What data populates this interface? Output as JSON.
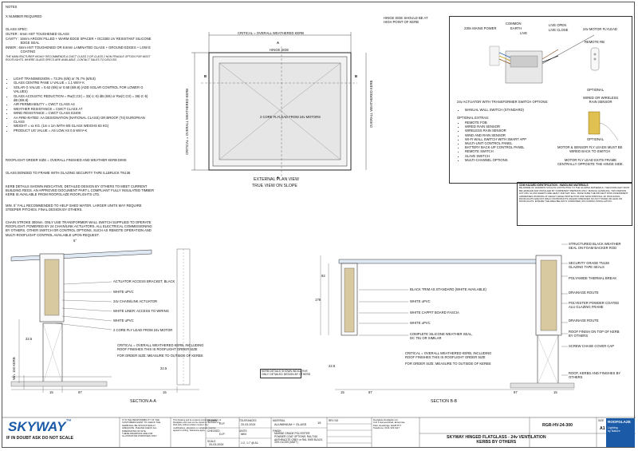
{
  "header": {
    "notes": "NOTES",
    "x_number": "X NUMBER REQUIRED",
    "hinge_note": "HINGE SIDE SHOULD BE AT\nHIGH POINT OF KERB"
  },
  "glass_spec": {
    "title": "GLASS SPEC:",
    "outer": "OUTER : 6mm HST TOUGHENED GLASS",
    "cavity": "CAVITY : 16mm ARGON FILLED + WARM EDGE SPACER + DC3393 UV RESISTANT SILICONE\n                EDGE SEAL",
    "inner": "INNER : 6mm HST TOUGHENED OR 8.8mm LAMINATED GLASS + GROUND EDGES + LOW E\n                COATING",
    "manufacturer_note": "THE MANUFACTURER HIGHLY RECOMMENDS A CWCT CLASS 3 OR CLASS 2 NON FRAGILE OPTION FOR MOST\nROOFLIGHTS. WHERE GLASS SPECS ARE AVAILABLE, CONTACT SALES TO DISCUSS",
    "items": [
      "LIGHT TRANSMISSION = 73.3% (6/6) or 76.7% (6/8.8)",
      "GLASS CENTRE PANE U VALUE = 1.1 W/m² K",
      "SOLAR G VALUE = 0.62 (6/6) or 0.58 (6/8.8) (ADD SOLAR CONTROL FOR LOWER G\nVALUES)",
      "GLASS ACOUSTIC REDUCTION = Rw(C;Ctr) = 33(-1;-5) dB (6/6) or Rw(C;Ctr) = 38(-2;-5)\ndB (6/8.8)",
      "AIR PERMEABILITY = CWCT CLASS A4",
      "WEATHER RESISTANCE = CWCT CLASS A7",
      "WIND RESISTANCE = CWCT CLASS E2400",
      "AA FIRE-RATED: AA DESIGNATION (NATIONAL CLASS) OR BROOF (T4) EUROPEAN\nCLASS",
      "WEIGHT = xx KG. (1m x 1m WITH 6/6 GLASS WEIGHS 83 KG)",
      "PRODUCT UG VALUE = AS LOW AS 0.5 W/m²-K"
    ],
    "rooflight_order": "ROOFLIGHT ORDER SIZE = OVERALL FINISHED AND WEATHER KERB DIMS",
    "glass_bonded": "GLASS BONDED TO FRAME WITH GLAZING SECURITY TAPE ILLBRUCK TN136",
    "kerb_details": "KERB DETAILS SHOWN INDICATIVE, DETAILED DESIGN BY OTHERS TO MEET CURRENT\nBUILDING REGS. AN APPROVED DOCUMENT PART L COMPLIANT FULLY INSULATED TIMBER\nKERB IS AVAILABLE FROM ROOFGLAZE ROOFLIGHTS LTD.",
    "min_fall": "MIN. 5° FALL RECOMMENDED TO HELP SHED WATER. LARGER UNITS MAY REQUIRE\nSTEEPER PITCHES. FINAL DESIGN BY OTHERS.",
    "chain_stroke": "CHAIN STROKE 300mm. ONLY USE TRANSFORMER WALL SWITCH SUPPLIED TO OPERATE\nROOFLIGHT. POWERED BY 24 CHAIN/LINK ACTUATORS. ALL ELECTRICAL COMMISSIONING\nBY OTHERS. OTHER SWITCH OR CONTROL OPTIONS, SUCH AS REMOTE OPERATION AND\nMULTI-ROOFLIGHT CONTROL AVAILABLE UPON REQUEST."
  },
  "plan_view": {
    "top_label": "CRITICAL = OVERALL WEATHERED KERB",
    "side_label_left": "CRITICAL = OVERALL WEATHERED KERB",
    "side_label_right": "OVERALL WEATHERED KERB",
    "hinge_side": "HINGE SIDE",
    "motors": "2 CORE FLYLEAD FROM 24v MOTORS",
    "marker_a": "A",
    "marker_b": "B",
    "caption1": "EXTERNAL PLAN VIEW",
    "caption2": "TRUE VIEW ON SLOPE"
  },
  "wiring": {
    "mains": "230v MAINS POWER",
    "common": "COMMON",
    "earth": "EARTH",
    "live": "LIVE",
    "live_open": "LIVE OPEN",
    "live_close": "LIVE CLOSE",
    "flylead": "24v MOTOR FLYLEAD",
    "remote_rb": "REMOTE RB",
    "optional1": "OPTIONAL",
    "wired_rain": "WIRED OR WIRELESS\nRAIN SENSOR",
    "optional2": "OPTIONAL",
    "actuator_title": "24v ACTUATOR WITH TRANSFORMER SWITCH OPTIONS:",
    "standard": "MANUAL WALL SWITCH (STANDARD)",
    "optional_extras": "OPTIONAL EXTRAS:",
    "extras": [
      "REMOTE FOB",
      "WIRED RAIN SENSOR",
      "WIRELESS RAIN SENSOR",
      "WIND AND RAIN SENSOR",
      "WI-FI WALL SWITCH WITH SMART APP",
      "MULTI-UNIT CONTROL PANEL",
      "BATTERY BACK-UP CONTROL PANEL",
      "REMOTE SWITCH",
      "SLAVE SWITCH",
      "MULTI-CHANNEL OPTIONS"
    ],
    "motor_sensor_note": "MOTOR & SENSOR FLY LEADS MUST BE\nWIRED BACK TO SWITCH",
    "flylead_note": "MOTOR FLY LEAD EXITS FRAME\nCENTRALLY OPPOSITE THE HINGE SIDE."
  },
  "warning": {
    "title": "CDM HAZARD IDENTIFICATION - HANDLING MATERIALS",
    "body": "BE AWARE OF HAZARDS SUCH AS CONTACTING TO THE GLAZING MATERIALS. THE ROOFLIGHT MUST BE HANDLED AND INSTALLED BY COMPETENT PERSONS ONLY. MANUAL HANDLING, TWO PERSON LIFT MIN. GLASS SHEETS ARE HEAVY AND MAY FALL. MAKE SURE THE PROJECT RISK ASSESSMENT ADDRESSES WORKING AT HEIGHT, EDGE PROTECTION AND SAFE DISPOSAL OF PACKAGING. ROOFLIGHTS ARE NOT WALK ON PRODUCTS UNLESS SPECIFIED. DO NOT STAND OR LEAN ON ROOFLIGHTS. ENSURE THE AREA BELOW IS CORDONED OFF DURING INSTALLATION."
  },
  "section_a": {
    "angle": "5°",
    "labels": [
      "ACTUATOR ACCESS BRACKET, BLACK",
      "WHITE uPVC",
      "24v CHAIN/LINK ACTUATOR",
      "WHITE LINER: ACCESS TO WIRING",
      "WHITE uPVC",
      "2 CORE FLY LEAD FROM 24v MOTOR"
    ],
    "critical_note": "CRITICAL = OVERALL WEATHERED KERB, INCLUDING\nROOF FINISHES THIS IS ROOFLIGHT ORDER SIZE",
    "order_note": "FOR ORDER SIZE: MEASURE TO OUTSIDE OF KERBS",
    "dim_225": "22.5",
    "dim_15": "15",
    "dim_97": "97",
    "min_kerb": "Min. 150 KERB",
    "kerb_note": "KERB DETAILS SHOWN INDICATIVE\nONLY. DETAILED DESIGN BY OTHERS",
    "caption": "SECTION A-A"
  },
  "section_b": {
    "dim_82": "82",
    "dim_179": "179",
    "labels_left": [
      "BLACK TRIM AS STANDARD (WHITE AVAILABLE)",
      "WHITE uPVC",
      "WHITE CAPPIT BOARD FASCIA",
      "WHITE uPVC",
      "COMPLETE SILICONE WEATHER SEAL,\nDC 791 OR SIMILAR"
    ],
    "labels_right": [
      "STRUCTURED BLACK WEATHER\nSEAL ON FOAM BACKER ROD",
      "SECURITY GRADE TN136\nGLAZING TAPE SEALS",
      "POLYAMIDE THERMAL BREAK",
      "DRAINAGE ROUTE",
      "POLYESTER POWDER COATED\nALU GLAZING FRAME",
      "DRAINAGE ROUTE",
      "ROOF FINISH ON TOP OF KERB\nBY OTHERS",
      "SCREW CHASE COVER CAP",
      "ROOF, KERBS AND FINISHES BY\nOTHERS"
    ],
    "critical_note": "CRITICAL = OVERALL WEATHERED KERB, INCLUDING\nROOF FINISHES THIS IS ROOFLIGHT ORDER SIZE",
    "order_note": "FOR ORDER SIZE: MEASURE TO OUTSIDE OF KERBS",
    "dim_225": "22.5",
    "dim_15": "15",
    "dim_97": "97",
    "caption": "SECTION B-B"
  },
  "title_block": {
    "doubt": "IF IN DOUBT ASK DO NOT SCALE",
    "copyright": "IT IS THE RESPONSIBILITY OF THE\nCUSTOMER/CLIENT TO CHECK THE\nKERB WILL BE STRUCTURALLY\nADEQUATE. PLEASE CHECK ALL\nDIMENSIONS ON SITE\nTHESE DRAWINGS ARE FOR\nILLUSTRATIVE PURPOSES ONLY",
    "disclaimer": "This Drawing and its contents remain the property of\nRoofglaze and must not be copied or disclosed to a\nthird party without written consent. Any\nmodifications, alterations or variations must be\nagreed in writing. Tolerances apply.",
    "drawn_label": "DRAWN",
    "drawn": "R.P.",
    "checked_label": "CHECKED",
    "checked": "D.P.",
    "date1": "20-03-2024",
    "date2": "20-03-2024",
    "tol_label": "TOLERANCES",
    "scale_label": "SCALE",
    "scale": "1:2, 1:7 @ A1",
    "units_label": "UNITS",
    "units": "MM",
    "material_label": "MATERIAL",
    "material": "ALUMINIUM + GLASS",
    "finish_label": "FINISH",
    "finish": "MARINE GRADE POLYESTER\nPOWDER COAT OPTIONS: RAL7016\nANTHRACITE GREY or RAL 9005 BLACK,\n30% GLOSS (MATT)",
    "qty": "15",
    "rev_no": "REV NO",
    "address": "Roofglaze Rooflights Ltd\nUnit 1 Harvest Road, Enterprise\nPark, Newbridge, EH28 8YT\nTelephone: 0131 333 0117",
    "drawing_no": "RGR-HV-24-300",
    "sheet_size_label": "SIZE",
    "sheet_size": "A1",
    "title": "SKYWAY HINGED FLATGLASS - 24v VENTILATION\nKERBS BY OTHERS",
    "brand_logo": "SKYWAY",
    "tm": "™",
    "partner": "ROOFGLAZE",
    "partner_sub": "Lighting\nby Nature"
  }
}
